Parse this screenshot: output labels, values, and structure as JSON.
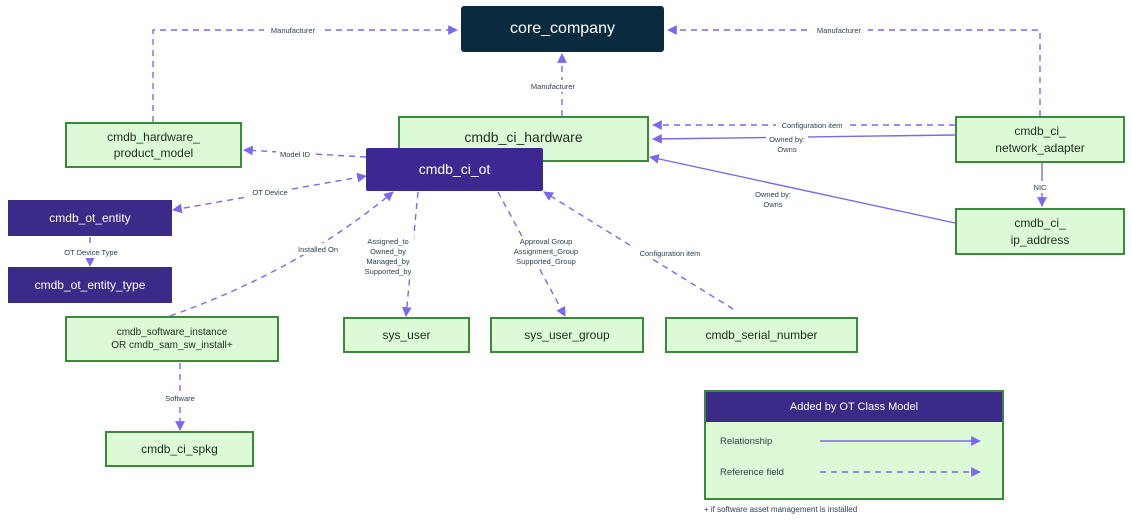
{
  "nodes": {
    "core_company": "core_company",
    "cmdb_ci_hardware": "cmdb_ci_hardware",
    "cmdb_ci_ot": "cmdb_ci_ot",
    "cmdb_hardware_product_model_1": "cmdb_hardware_",
    "cmdb_hardware_product_model_2": "product_model",
    "cmdb_ci_network_adapter_1": "cmdb_ci_",
    "cmdb_ci_network_adapter_2": "network_adapter",
    "cmdb_ci_ip_address_1": "cmdb_ci_",
    "cmdb_ci_ip_address_2": "ip_address",
    "cmdb_ot_entity": "cmdb_ot_entity",
    "cmdb_ot_entity_type": "cmdb_ot_entity_type",
    "cmdb_software_instance_1": "cmdb_software_instance",
    "cmdb_software_instance_2": "OR cmdb_sam_sw_install+",
    "sys_user": "sys_user",
    "sys_user_group": "sys_user_group",
    "cmdb_serial_number": "cmdb_serial_number",
    "cmdb_ci_spkg": "cmdb_ci_spkg"
  },
  "edge_labels": {
    "manufacturer_left": "Manufacturer",
    "manufacturer_right": "Manufacturer",
    "manufacturer_mid": "Manufacturer",
    "configuration_item_top": "Configuration item",
    "owned_by_1": "Owned by:",
    "owns_1": "Owns",
    "model_id": "Model ID",
    "nic": "NIC",
    "owned_by_2": "Owned by:",
    "owns_2": "Owns",
    "ot_device": "OT Device",
    "ot_device_type": "OT Device Type",
    "installed_on": "Installed On",
    "user_fields": [
      "Assigned_to",
      "Owned_by",
      "Managed_by",
      "Supported_by"
    ],
    "group_fields": [
      "Approval Group",
      "Assignment_Group",
      "Supported_Group"
    ],
    "configuration_item_bottom": "Configuration item",
    "software": "Software"
  },
  "legend": {
    "title": "Added by OT Class Model",
    "relationship": "Relationship",
    "reference_field": "Reference field"
  },
  "footnote": "+ if software asset management is installed",
  "colors": {
    "edge": "#7d66f0",
    "green_fill": "#dcfad5",
    "green_border": "#3b8a3b",
    "purple": "#3b2a87",
    "dark": "#0a2b3f"
  }
}
